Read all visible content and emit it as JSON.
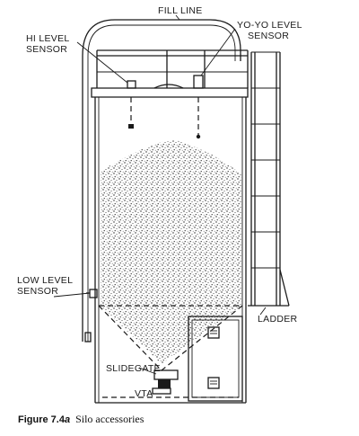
{
  "labels": {
    "fill_line": "FILL LINE",
    "hi_level_1": "HI LEVEL",
    "hi_level_2": "SENSOR",
    "yoyo_1": "YO-YO LEVEL",
    "yoyo_2": "SENSOR",
    "low_level_1": "LOW LEVEL",
    "low_level_2": "SENSOR",
    "ladder": "LADDER",
    "slidegate": "SLIDEGATE",
    "vta": "VTA"
  },
  "caption": {
    "figure_prefix": "Figure 7.4",
    "figure_suffix": "a",
    "text": "Silo accessories"
  }
}
